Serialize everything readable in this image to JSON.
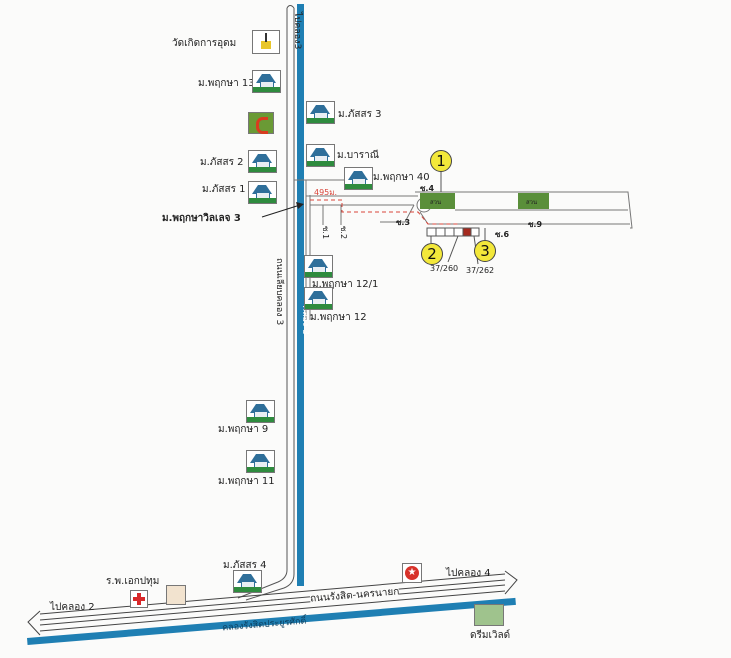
{
  "roads": {
    "to_khlong3": "ไปคลอง3",
    "khlong3_road": "ถนนเลียบคลอง 3",
    "khlong3": "คลอง 3",
    "main_road": "ถนนรังสิต-นครนายก",
    "main_canal": "คลองรังสิตประยูรศักดิ์",
    "to_khlong2": "ไปคลอง 2",
    "to_khlong4": "ไปคลอง 4",
    "distance": "495ม."
  },
  "places": {
    "temple": "วัดเกิดการอุดม",
    "pruksa13": "ม.พฤกษา 13",
    "passorn3": "ม.ภัสสร 3",
    "baranee": "ม.บาราณี",
    "passorn2": "ม.ภัสสร 2",
    "passorn1": "ม.ภัสสร 1",
    "pruksa40": "ม.พฤกษา 40",
    "pruksavillage3": "ม.พฤกษาวิลเลจ 3",
    "pruksa12_1": "ม.พฤกษา 12/1",
    "pruksa12": "ม.พฤกษา 12",
    "pruksa9": "ม.พฤกษา 9",
    "pruksa11": "ม.พฤกษา 11",
    "passorn4": "ม.ภัสสร 4",
    "hospital": "ร.พ.เอกปทุม",
    "dreamworld": "ดรีมเวิลด์"
  },
  "sois": {
    "s1": "ซ.1",
    "s2": "ซ.2",
    "s3": "ซ.3",
    "s4": "ซ.4",
    "s6": "ซ.6",
    "s9": "ซ.9"
  },
  "parks": [
    "สวน",
    "สวน"
  ],
  "plots": {
    "a": "37/260",
    "b": "37/262"
  },
  "markers": [
    "1",
    "2",
    "3"
  ],
  "colors": {
    "canal": "#1f7fb3",
    "park": "#5a8f3a",
    "marker": "#f3e83a",
    "route": "#d9453a",
    "plot_highlight": "#a52a1e"
  }
}
